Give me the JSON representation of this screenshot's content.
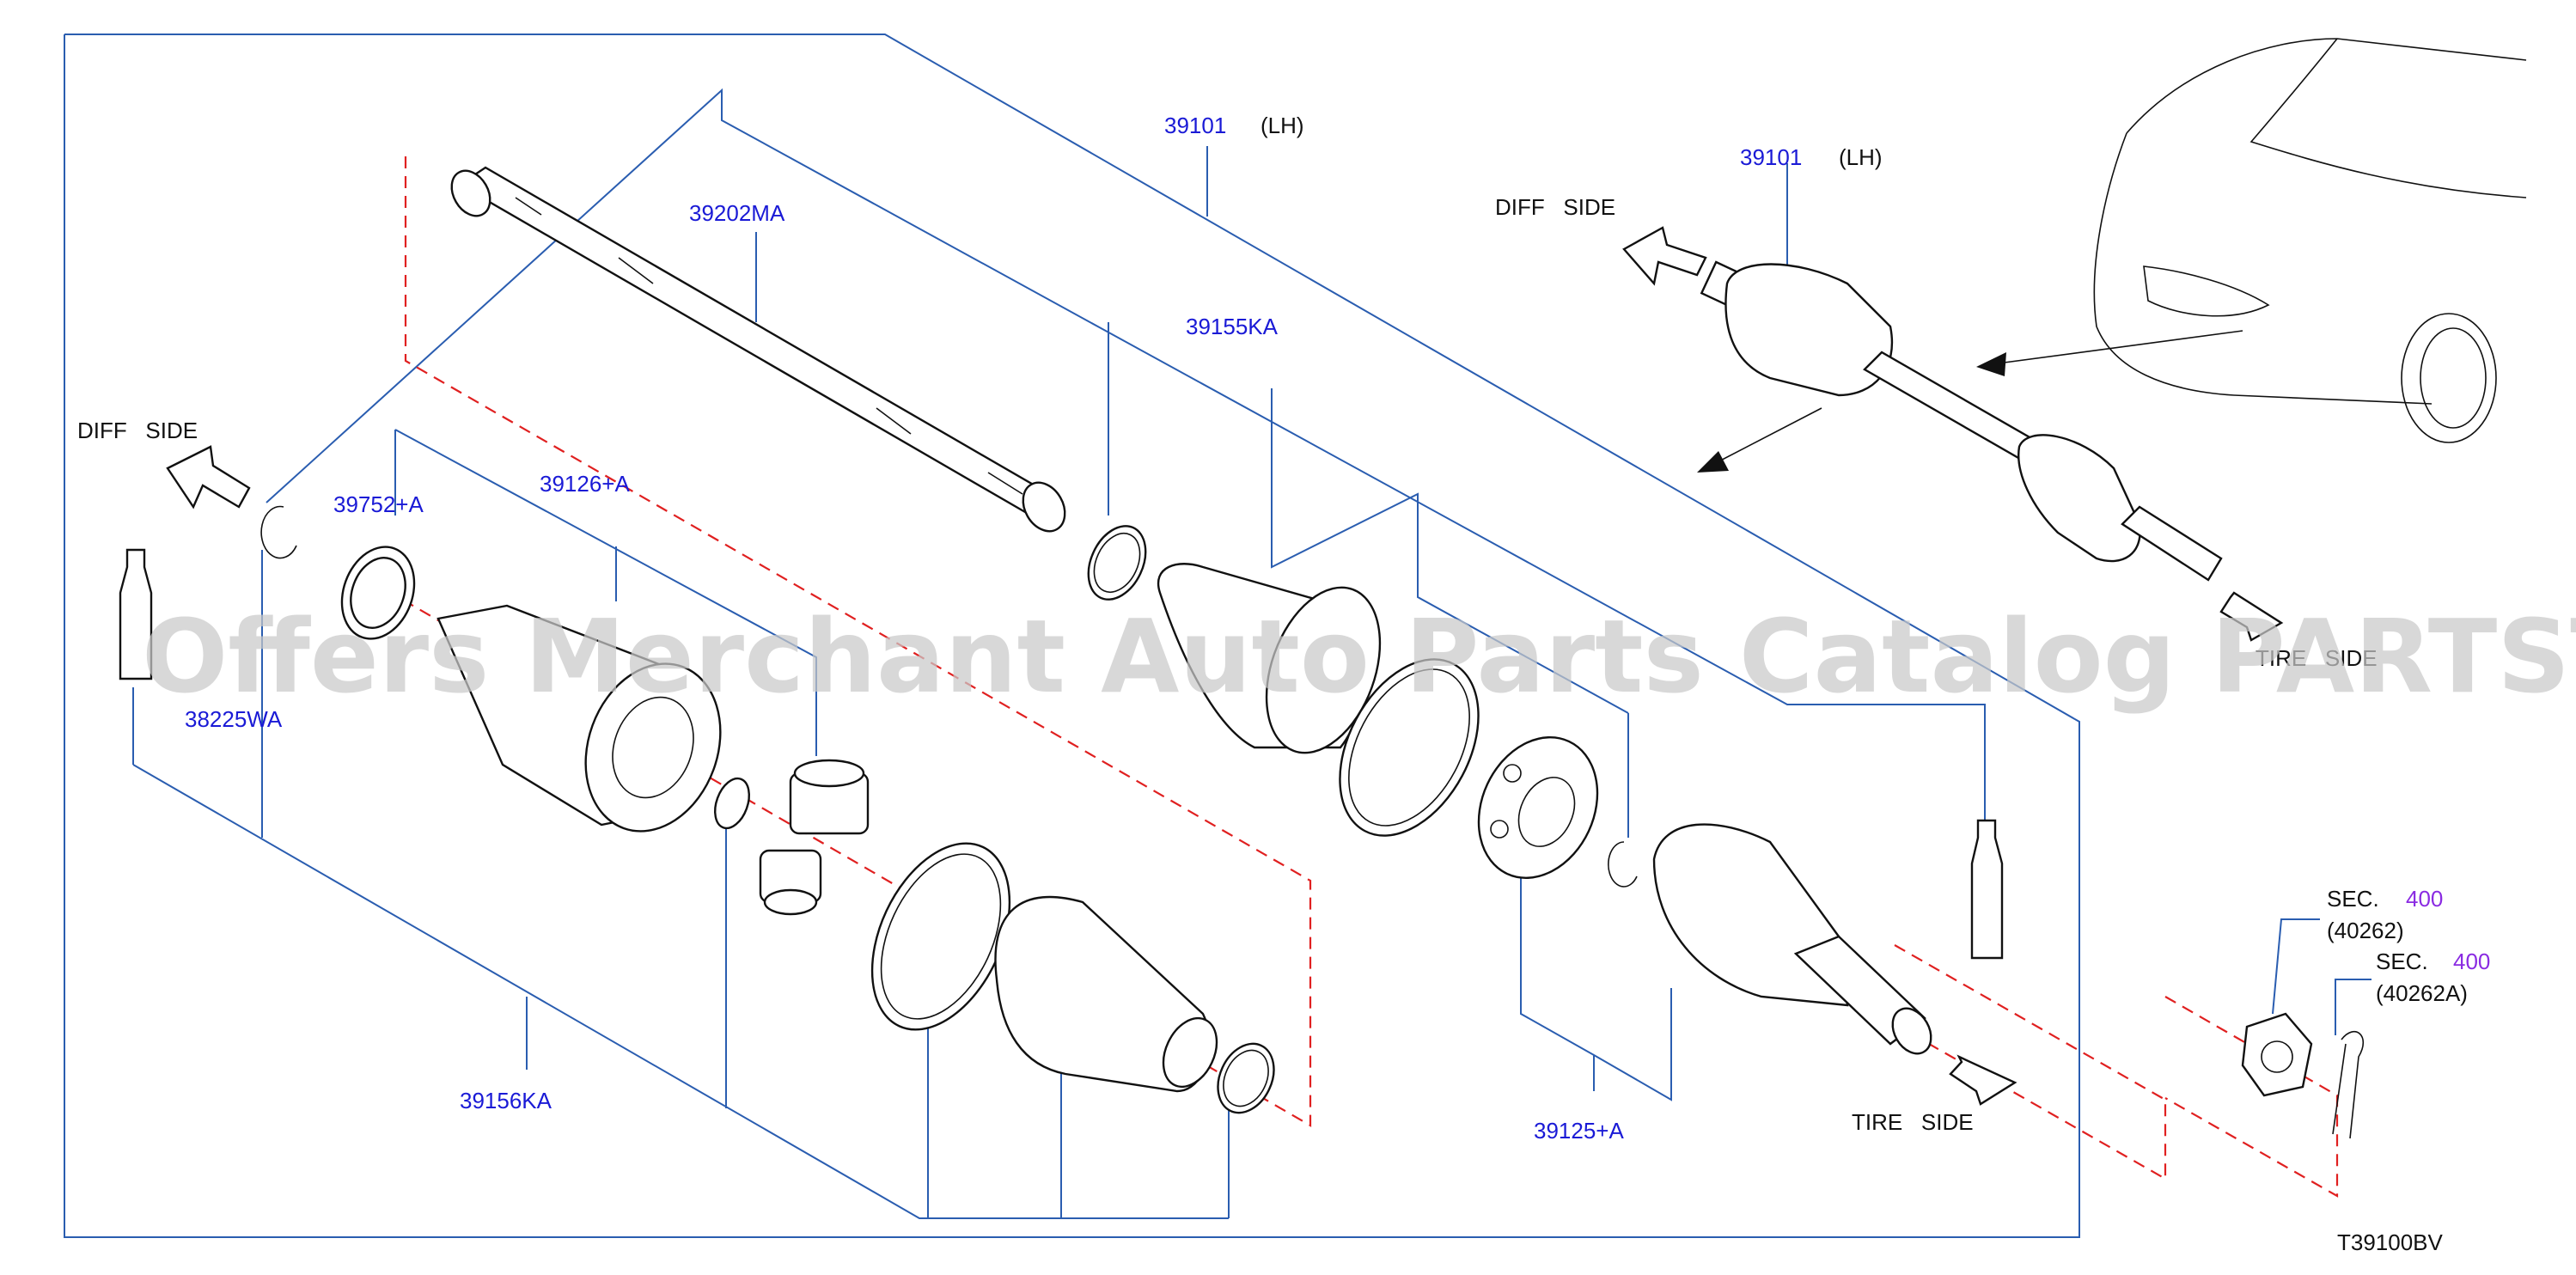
{
  "diagram_code": "T39100BV",
  "watermark": "Offers Merchant Auto Parts Catalog PARTSTORE.SA",
  "colors": {
    "part_number": "#1a1ad6",
    "section_number": "#8a2be2",
    "leader": "#2a5db0",
    "cut_line": "#e02020"
  },
  "labels": {
    "assembly_main": "39101",
    "assembly_main_side": "(LH)",
    "assembly_inset": "39101",
    "assembly_inset_side": "(LH)",
    "shaft": "39202MA",
    "boot_kit_outer": "39155KA",
    "retainer_ring": "39752+A",
    "inner_joint": "39126+A",
    "grease": "38225WA",
    "boot_kit_inner": "39156KA",
    "outer_joint": "39125+A",
    "nut_sec": "SEC.",
    "nut_sec_number": "400",
    "nut_ref": "(40262)",
    "pin_sec": "SEC.",
    "pin_sec_number": "400",
    "pin_ref": "(40262A)"
  },
  "directions": {
    "diff_side_left": "DIFF   SIDE",
    "diff_side_inset": "DIFF   SIDE",
    "tire_side_bottom": "TIRE   SIDE",
    "tire_side_inset": "TIRE   SIDE"
  }
}
